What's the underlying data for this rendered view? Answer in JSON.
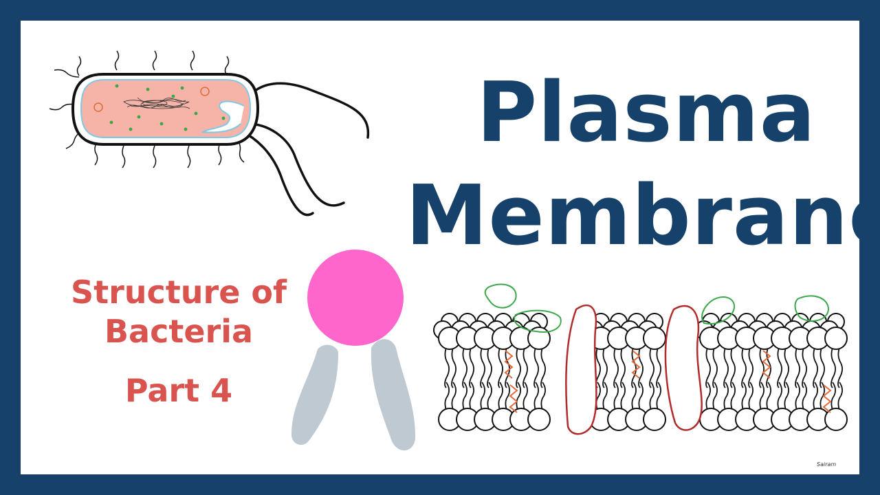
{
  "title": {
    "line1": "Plasma",
    "line2": "Membrane"
  },
  "subtitle": {
    "line1": "Structure of",
    "line2": "Bacteria",
    "line3": "Part 4"
  },
  "credit": "Sairam",
  "colors": {
    "border": "#16416b",
    "title": "#16416b",
    "subtitle": "#d9534f",
    "head": "#ff66cc",
    "tails": "#bfc9d1",
    "cytoplasm": "#f6b4a8",
    "inner_membrane": "#7ec8e3",
    "granule": "#3aa84a",
    "protein": "#b22a2a",
    "carbohydrate": "#3aa84a",
    "cholesterol": "#e0693a"
  },
  "icons": [
    "bacterium-icon",
    "phospholipid-icon",
    "membrane-bilayer-icon"
  ]
}
